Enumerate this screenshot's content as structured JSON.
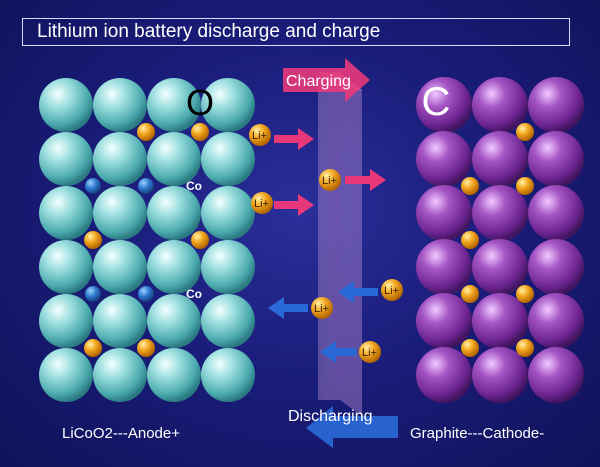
{
  "title": "Lithium ion battery discharge and charge",
  "left_panel": {
    "corner_letter": "O",
    "co_label": "Co",
    "caption": "LiCoO2---Anode+"
  },
  "right_panel": {
    "corner_letter": "C",
    "caption": "Graphite---Cathode-"
  },
  "arrows": {
    "charging_label": "Charging",
    "discharging_label": "Discharging"
  },
  "ion_label": "Li+",
  "colors": {
    "background": "#1a1d7a",
    "oxygen_sphere": "#7ecfd0",
    "carbon_sphere": "#8a3aa8",
    "lithium": "#f0a020",
    "cobalt": "#2a70c8",
    "charging_arrow": "#e8387a",
    "discharging_arrow": "#2a6ad8"
  }
}
